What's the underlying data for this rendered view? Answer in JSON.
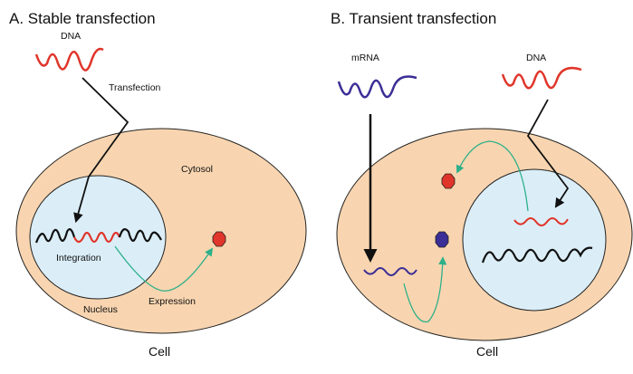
{
  "panel_a": {
    "title": "A. Stable transfection",
    "dna_label": "DNA",
    "transfection_label": "Transfection",
    "cytosol_label": "Cytosol",
    "integration_label": "Integration",
    "nucleus_label": "Nucleus",
    "expression_label": "Expression",
    "cell_label": "Cell"
  },
  "panel_b": {
    "title": "B. Transient transfection",
    "mrna_label": "mRNA",
    "dna_label": "DNA",
    "cell_label": "Cell"
  },
  "colors": {
    "cytosol": "#f8d5b0",
    "nucleus": "#dbeef8",
    "dna": "#e0352a",
    "mrna": "#3b2e96",
    "genome": "#111111",
    "expression_arrow": "#2db08a",
    "protein_red": "#e0352a",
    "protein_blue": "#3b2e96"
  }
}
